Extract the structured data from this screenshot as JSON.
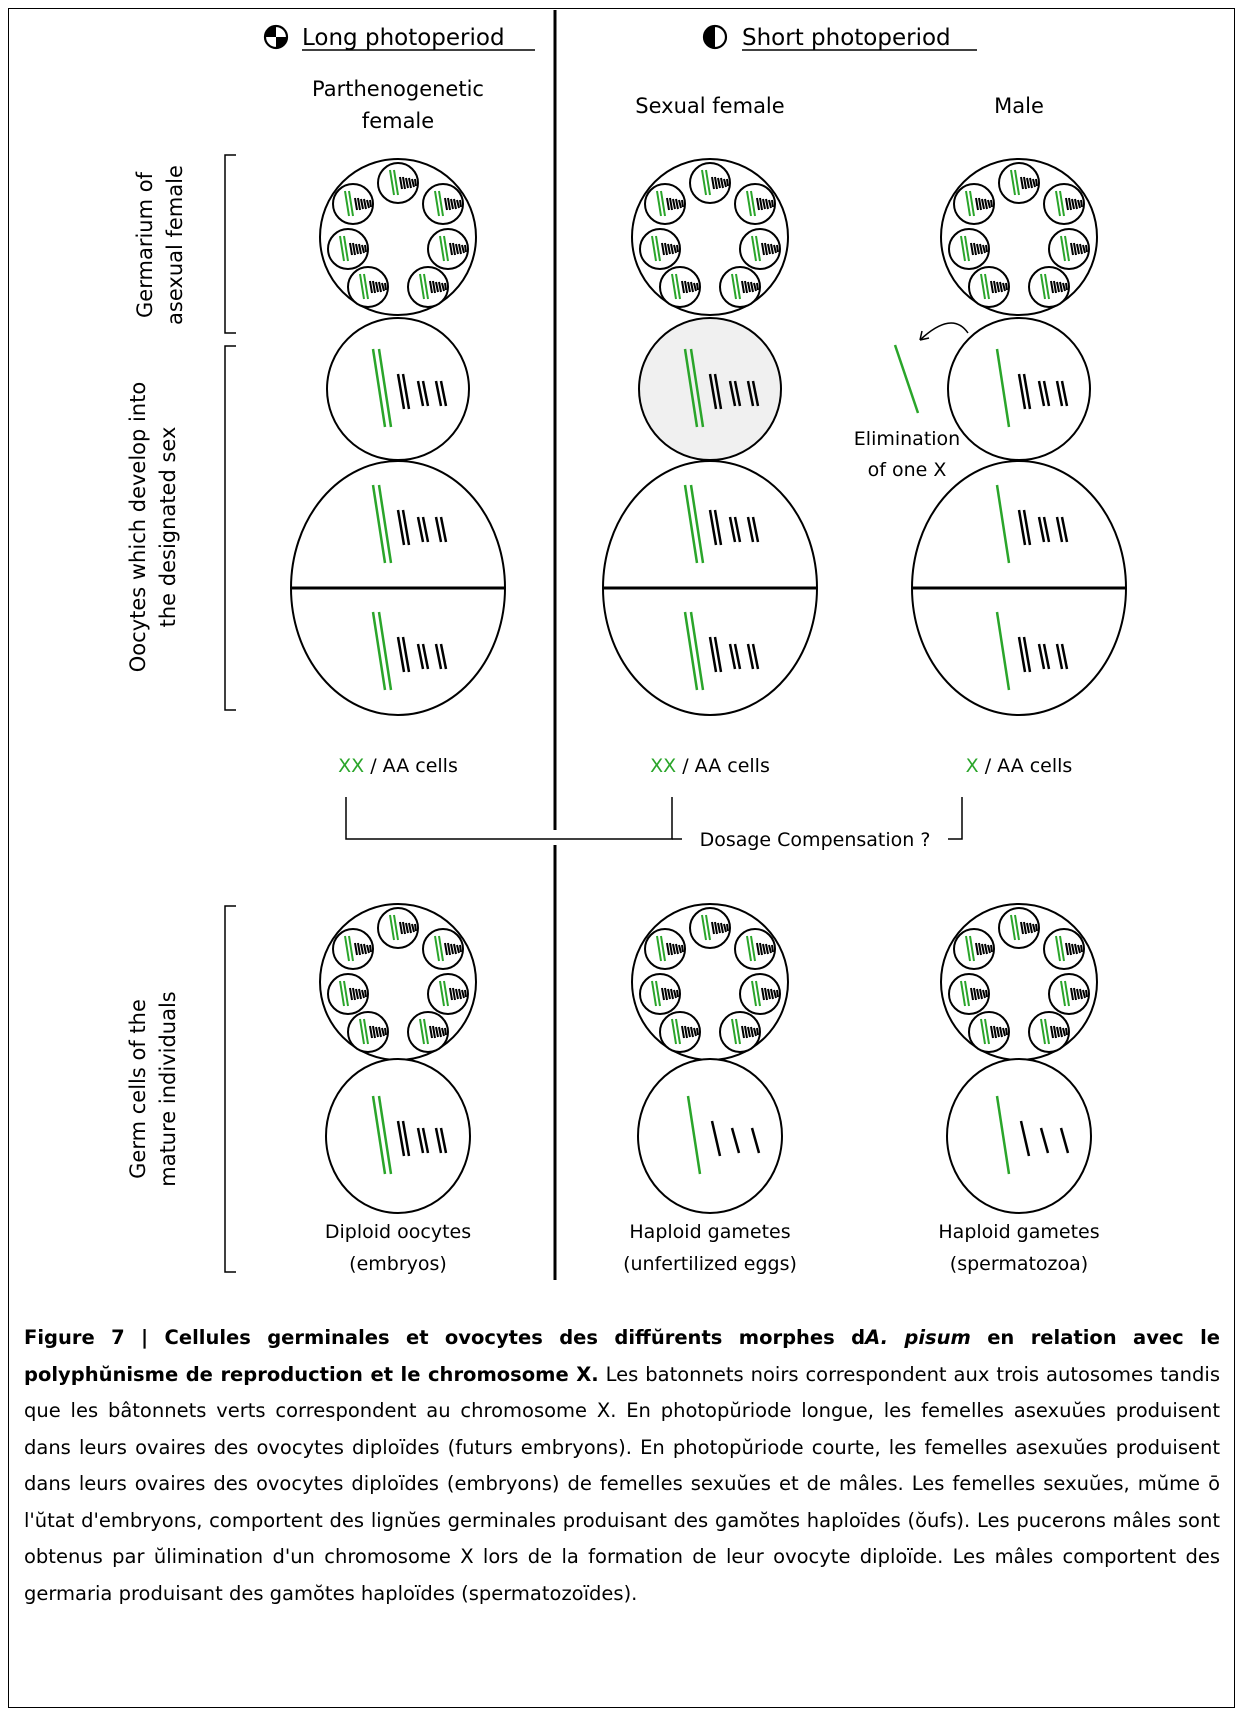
{
  "header": {
    "long": "Long photoperiod",
    "short": "Short photoperiod"
  },
  "columns": {
    "parthenogenetic": [
      "Parthenogenetic",
      "female"
    ],
    "sexual": "Sexual female",
    "male": "Male"
  },
  "side_labels": {
    "germarium": [
      "Germarium of",
      "asexual female"
    ],
    "oocytes": [
      "Oocytes which develop into",
      "the designated sex"
    ],
    "germ": [
      "Germ cells of the",
      "mature individuals"
    ]
  },
  "annotations": {
    "elimination": [
      "Elimination",
      "of one X"
    ],
    "dosage": "Dosage Compensation ?"
  },
  "cell_labels": {
    "parth": {
      "x": "XX",
      "rest": " / AA cells"
    },
    "sexual": {
      "x": "XX",
      "rest": " / AA cells"
    },
    "male": {
      "x": "X",
      "rest": " / AA cells"
    }
  },
  "bottom_labels": {
    "parth": [
      "Diploid oocytes",
      "(embryos)"
    ],
    "sexual": [
      "Haploid gametes",
      "(unfertilized eggs)"
    ],
    "male": [
      "Haploid gametes",
      "(spermatozoa)"
    ]
  },
  "caption": {
    "lead_part1": "Figure 7 | Cellules germinales et ovocytes des diffŭrents morphes d",
    "species": "A. pisum",
    "lead_part2": " en relation avec le polyphŭnisme de reproduction et le chromosome X.",
    "body": " Les batonnets noirs correspondent aux trois autosomes tandis que les bâtonnets verts correspondent au chromosome X. En photopŭriode longue, les femelles asexuŭes produisent dans leurs ovaires des ovocytes diploïdes (futurs embryons). En photopŭriode courte, les femelles asexuŭes produisent dans leurs ovaires des ovocytes diploïdes (embryons) de femelles sexuŭes et de mâles. Les femelles sexuŭes, mŭme ō l'ŭtat d'embryons, comportent des lignŭes germinales produisant des gamŏtes haploïdes (ŏufs). Les pucerons mâles sont obtenus par ŭlimination d'un chromosome X lors de la formation de leur ovocyte diploïde. Les mâles comportent des germaria produisant des gamŏtes haploïdes (spermatozoïdes)."
  },
  "colors": {
    "x_chromosome": "#2aa52a",
    "autosome": "#000000",
    "sexual_oocyte_fill": "#f0f0f0"
  }
}
